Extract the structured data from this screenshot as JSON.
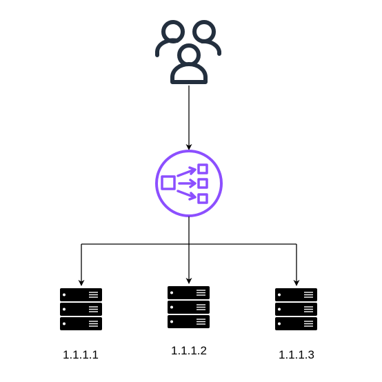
{
  "colors": {
    "users": "#232f3e",
    "load_balancer": "#8c4fff",
    "server": "#000000",
    "connector": "#000000",
    "background": "#ffffff"
  },
  "nodes": {
    "users": {
      "icon": "users-icon"
    },
    "load_balancer": {
      "icon": "load-balancer-icon"
    },
    "servers": [
      {
        "icon": "server-icon",
        "label": "1.1.1.1"
      },
      {
        "icon": "server-icon",
        "label": "1.1.1.2"
      },
      {
        "icon": "server-icon",
        "label": "1.1.1.3"
      }
    ]
  }
}
